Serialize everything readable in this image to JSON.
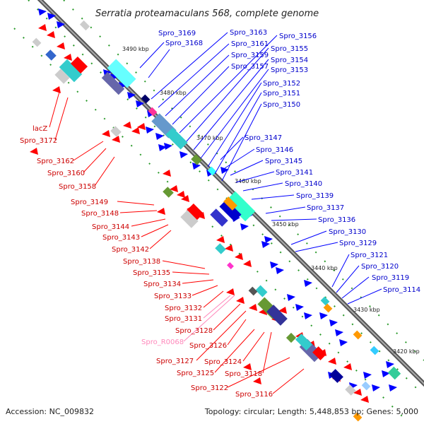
{
  "title": "Serratia proteamaculans 568, complete genome",
  "accession": "Accession: NC_009832",
  "topology": "Topology: circular; Length: 5,448,853 bp; Genes: 5,000",
  "colors": {
    "forward": "#0000ff",
    "reverse": "#ff0000",
    "rna": "#ff99cc",
    "backbone": "#888888"
  },
  "kbp_marks": [
    "3490 kbp",
    "3480 kbp",
    "3470 kbp",
    "3460 kbp",
    "3450 kbp",
    "3440 kbp",
    "3430 kbp",
    "3420 kbp"
  ],
  "right_labels": [
    "Spro_3169",
    "Spro_3168",
    "Spro_3163",
    "Spro_3161",
    "Spro_3159",
    "Spro_3157",
    "Spro_3156",
    "Spro_3155",
    "Spro_3154",
    "Spro_3153",
    "Spro_3152",
    "Spro_3151",
    "Spro_3150",
    "Spro_3147",
    "Spro_3146",
    "Spro_3145",
    "Spro_3141",
    "Spro_3140",
    "Spro_3139",
    "Spro_3137",
    "Spro_3136",
    "Spro_3130",
    "Spro_3129",
    "Spro_3121",
    "Spro_3120",
    "Spro_3119",
    "Spro_3114"
  ],
  "left_labels": [
    "lacZ",
    "Spro_3172",
    "Spro_3162",
    "Spro_3160",
    "Spro_3158",
    "Spro_3149",
    "Spro_3148",
    "Spro_3144",
    "Spro_3143",
    "Spro_3142",
    "Spro_3138",
    "Spro_3135",
    "Spro_3134",
    "Spro_3133",
    "Spro_3132",
    "Spro_3131",
    "Spro_3128",
    "Spro_R0068",
    "Spro_3126",
    "Spro_3127",
    "Spro_3124",
    "Spro_3125",
    "Spro_3118",
    "Spro_3122",
    "Spro_3116"
  ]
}
